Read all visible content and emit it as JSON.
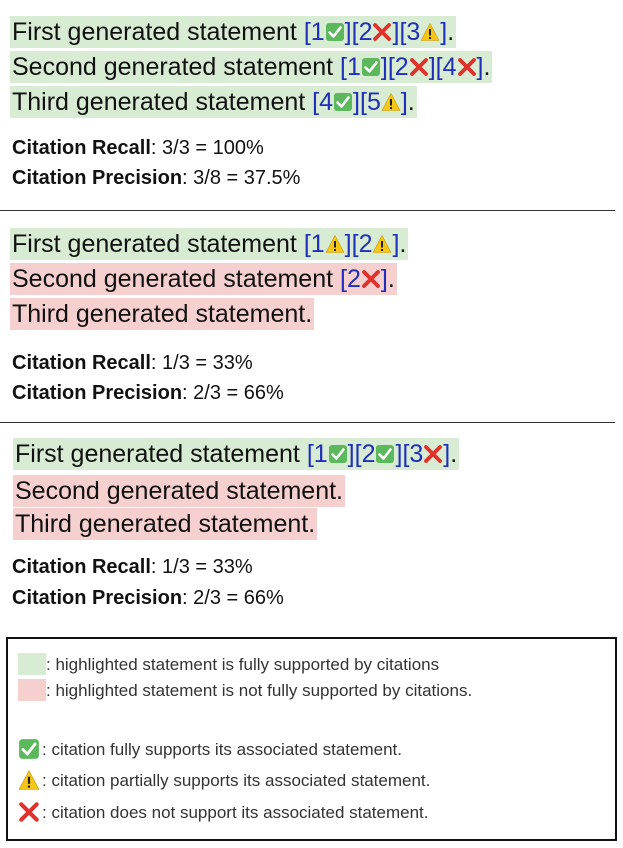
{
  "examples": [
    {
      "statements": [
        {
          "text": "First generated statement ",
          "support": "supported",
          "citations": [
            {
              "num": "1",
              "status": "check"
            },
            {
              "num": "2",
              "status": "cross"
            },
            {
              "num": "3",
              "status": "warning"
            }
          ]
        },
        {
          "text": "Second generated statement ",
          "support": "supported",
          "citations": [
            {
              "num": "1",
              "status": "check"
            },
            {
              "num": "2",
              "status": "cross"
            },
            {
              "num": "4",
              "status": "cross"
            }
          ]
        },
        {
          "text": "Third generated statement ",
          "support": "supported",
          "citations": [
            {
              "num": "4",
              "status": "check"
            },
            {
              "num": "5",
              "status": "warning"
            }
          ]
        }
      ],
      "recall_label": "Citation Recall",
      "recall_value": ": 3/3 = 100%",
      "precision_label": "Citation Precision",
      "precision_value": ": 3/8 = 37.5%"
    },
    {
      "statements": [
        {
          "text": "First generated statement ",
          "support": "supported",
          "citations": [
            {
              "num": "1",
              "status": "warning"
            },
            {
              "num": "2",
              "status": "warning"
            }
          ]
        },
        {
          "text": "Second generated statement ",
          "support": "unsupported",
          "citations": [
            {
              "num": "2",
              "status": "cross"
            }
          ]
        },
        {
          "text": "Third generated statement.",
          "support": "unsupported",
          "citations": []
        }
      ],
      "recall_label": "Citation Recall",
      "recall_value": ": 1/3 = 33%",
      "precision_label": "Citation Precision",
      "precision_value": ": 2/3 = 66%"
    },
    {
      "statements": [
        {
          "text": "First generated statement ",
          "support": "supported",
          "citations": [
            {
              "num": "1",
              "status": "check"
            },
            {
              "num": "2",
              "status": "check"
            },
            {
              "num": "3",
              "status": "cross"
            }
          ]
        },
        {
          "text": "Second generated statement.",
          "support": "unsupported",
          "citations": []
        },
        {
          "text": "Third generated statement.",
          "support": "unsupported",
          "citations": []
        }
      ],
      "recall_label": "Citation Recall",
      "recall_value": ": 1/3 = 33%",
      "precision_label": "Citation Precision",
      "precision_value": ": 2/3 = 66%"
    }
  ],
  "legend": {
    "supported_text": ": highlighted statement is fully supported by citations",
    "unsupported_text": ": highlighted statement is not fully supported by citations.",
    "check_text": ": citation fully supports its associated statement.",
    "warning_text": ": citation partially supports its associated statement.",
    "cross_text": ": citation does not support its associated statement."
  },
  "colors": {
    "supported_bg": "#d8ecd4",
    "unsupported_bg": "#f6cfcf",
    "citation_text": "#1f2fb8",
    "check_icon": "#5cb85c",
    "warning_icon": "#f5c518",
    "cross_icon": "#e0312b"
  },
  "icons": {
    "check": "check-box-icon",
    "warning": "warning-icon",
    "cross": "cross-icon"
  }
}
